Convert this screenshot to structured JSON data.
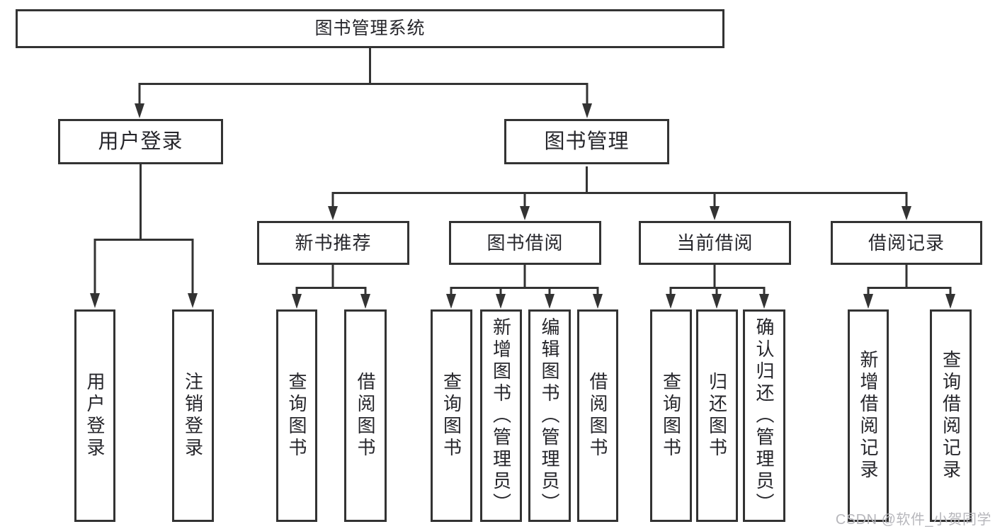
{
  "colors": {
    "line": "#333333",
    "node_border": "#333333",
    "node_text": "#26262b",
    "watermark": "#b7b7bc",
    "background": "#ffffff"
  },
  "tree": {
    "root": {
      "label": "图书管理系统"
    },
    "branches": [
      {
        "label": "用户登录",
        "children": [
          {
            "label": "用户登录"
          },
          {
            "label": "注销登录"
          }
        ]
      },
      {
        "label": "图书管理",
        "children": [
          {
            "label": "新书推荐",
            "children": [
              {
                "label": "查询图书"
              },
              {
                "label": "借阅图书"
              }
            ]
          },
          {
            "label": "图书借阅",
            "children": [
              {
                "label": "查询图书"
              },
              {
                "label": "新增图书（管理员）"
              },
              {
                "label": "编辑图书（管理员）"
              },
              {
                "label": "借阅图书"
              }
            ]
          },
          {
            "label": "当前借阅",
            "children": [
              {
                "label": "查询图书"
              },
              {
                "label": "归还图书"
              },
              {
                "label": "确认归还（管理员）"
              }
            ]
          },
          {
            "label": "借阅记录",
            "children": [
              {
                "label": "新增借阅记录"
              },
              {
                "label": "查询借阅记录"
              }
            ]
          }
        ]
      }
    ]
  },
  "watermark": {
    "text": "CSDN @软件_小贺同学"
  }
}
